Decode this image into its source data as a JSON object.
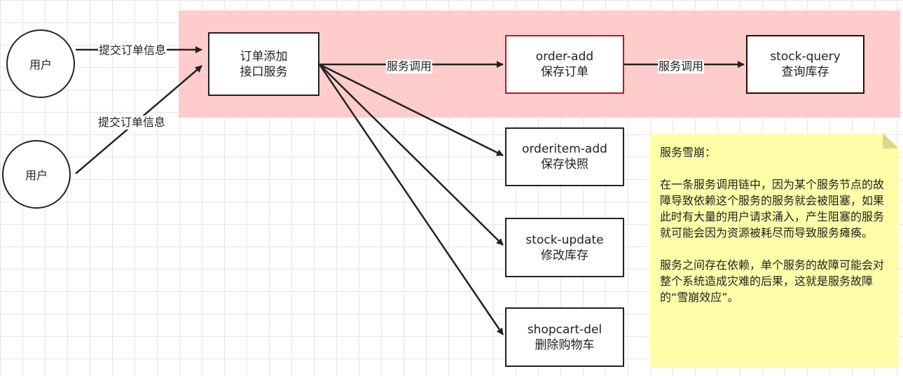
{
  "users": [
    "用户",
    "用户"
  ],
  "edges": {
    "submit_order_1": "提交订单信息",
    "submit_order_2": "提交订单信息",
    "call_1": "服务调用",
    "call_2": "服务调用"
  },
  "nodes": {
    "order_api": {
      "line1": "订单添加",
      "line2": "接口服务"
    },
    "order_add": {
      "line1": "order-add",
      "line2": "保存订单"
    },
    "stock_query": {
      "line1": "stock-query",
      "line2": "查询库存"
    },
    "orderitem_add": {
      "line1": "orderitem-add",
      "line2": "保存快照"
    },
    "stock_update": {
      "line1": "stock-update",
      "line2": "修改库存"
    },
    "shopcart_del": {
      "line1": "shopcart-del",
      "line2": "删除购物车"
    }
  },
  "note": {
    "title": "服务雪崩：",
    "paragraph1": "在一条服务调用链中，因为某个服务节点的故障导致依赖这个服务的服务就会被阻塞，如果此时有大量的用户请求涌入，产生阻塞的服务就可能会因为资源被耗尽而导致服务瘫痪。",
    "paragraph2": "服务之间存在依赖，单个服务的故障可能会对整个系统造成灾难的后果，这就是服务故障的“雪崩效应”。"
  },
  "colors": {
    "highlight": "#ffcccc",
    "note": "#ffffaa",
    "red_border": "#c0141b"
  }
}
